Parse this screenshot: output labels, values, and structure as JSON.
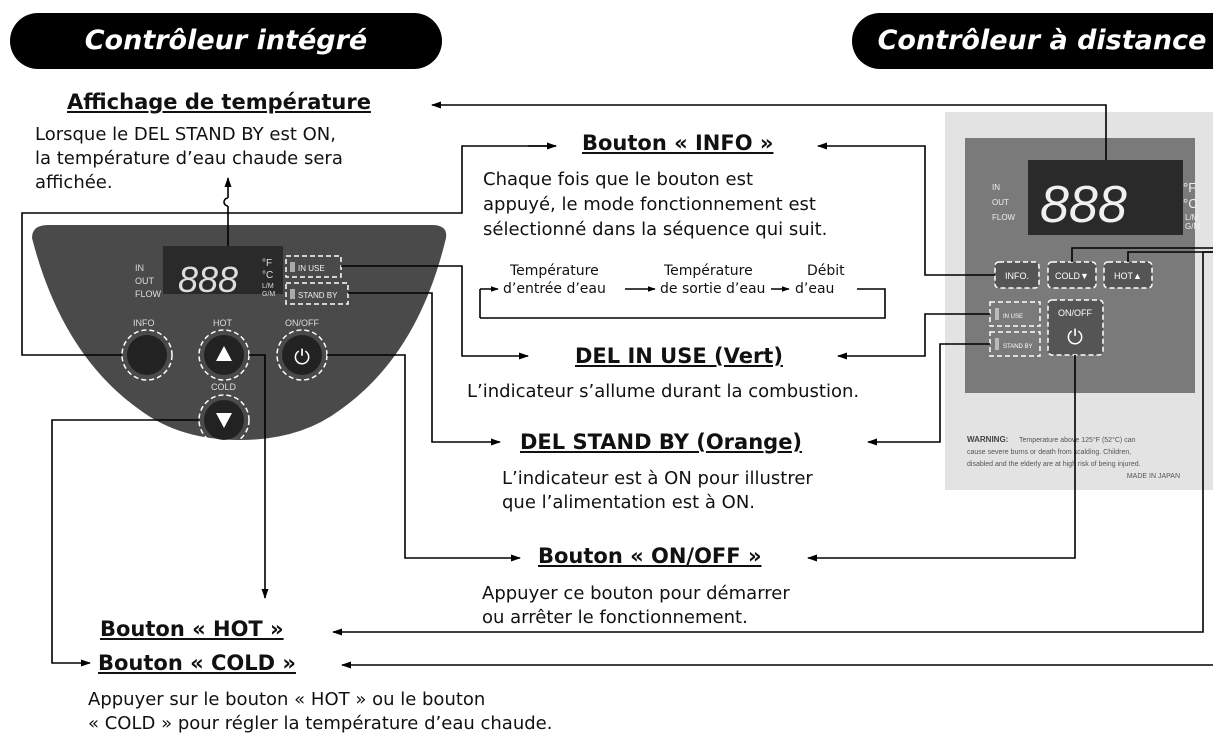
{
  "headers": {
    "left": "Contrôleur intégré",
    "right": "Contrôleur à distance"
  },
  "temp_display": {
    "heading": "Affichage de température",
    "desc1": "Lorsque le DEL STAND BY est ON,",
    "desc2": "la température d’eau chaude sera",
    "desc3": "affichée."
  },
  "info": {
    "heading": "Bouton « INFO »",
    "desc1": "Chaque fois que le bouton est",
    "desc2": "appuyé, le mode fonctionnement est",
    "desc3": "sélectionné dans la séquence qui suit."
  },
  "sequence": {
    "s1a": "Température",
    "s1b": "d’entrée d’eau",
    "s2a": "Température",
    "s2b": "de sortie d’eau",
    "s3a": "Débit",
    "s3b": "d’eau"
  },
  "in_use": {
    "heading": "DEL IN USE (Vert)",
    "desc": "L’indicateur s’allume durant la combustion."
  },
  "stand_by": {
    "heading": "DEL STAND BY (Orange)",
    "desc1": "L’indicateur est à ON pour illustrer",
    "desc2": "que l’alimentation est à ON."
  },
  "onoff": {
    "heading": "Bouton « ON/OFF »",
    "desc1": "Appuyer ce bouton pour démarrer",
    "desc2": "ou arrêter le fonctionnement."
  },
  "hot": {
    "heading": "Bouton « HOT »"
  },
  "cold": {
    "heading": "Bouton « COLD »"
  },
  "hotcold_desc": {
    "line1": "Appuyer sur le bouton « HOT » ou le bouton",
    "line2": "« COLD » pour régler la température d’eau chaude."
  },
  "integrated_panel": {
    "in": "IN",
    "out": "OUT",
    "flow": "FLOW",
    "digits": "888",
    "unit_f": "°F",
    "unit_c": "°C",
    "unit_lm": "L/M",
    "unit_gm": "G/M",
    "in_use": "IN USE",
    "stand_by": "STAND BY",
    "info_label": "INFO",
    "hot_label": "HOT",
    "onoff_label": "ON/OFF",
    "cold_label": "COLD",
    "power_symbol": "⏻"
  },
  "remote_panel": {
    "in": "IN",
    "out": "OUT",
    "flow": "FLOW",
    "digits": "888",
    "unit_f": "°F",
    "unit_c": "°C",
    "unit_lm": "L/M",
    "unit_gm": "G/M",
    "info_btn": "INFO.",
    "cold_btn": "COLD▼",
    "hot_btn": "HOT▲",
    "in_use": "IN USE",
    "stand_by": "STAND BY",
    "onoff_label": "ON/OFF",
    "power_symbol": "⏻",
    "warning_bold": "WARNING:",
    "warning1": "Temperature above 125°F (52°C) can",
    "warning2": "cause severe burns or death from scalding. Children,",
    "warning3": "disabled and the elderly are at high risk of being injured.",
    "made_in": "MADE IN JAPAN"
  },
  "colors": {
    "panel": "#4a4a4a",
    "remote_body": "#e3e3e3",
    "remote_panel": "#7a7a7a",
    "pill": "#000000"
  }
}
